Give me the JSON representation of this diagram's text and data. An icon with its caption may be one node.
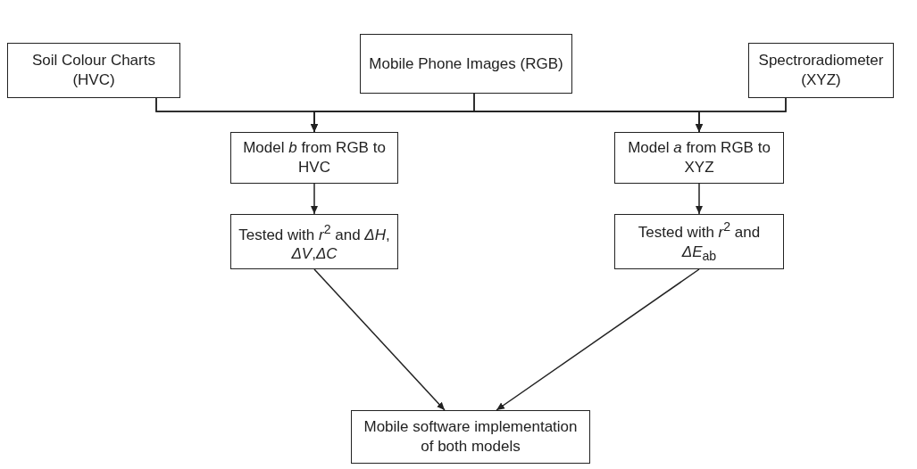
{
  "diagram": {
    "nodes": [
      {
        "text": [
          "Soil Colour Charts (HVC)"
        ]
      },
      {
        "text": [
          "Mobile Phone Images (RGB)"
        ]
      },
      {
        "text": [
          "Spectroradiometer (XYZ)"
        ]
      },
      {
        "text": [
          "Model *b* from RGB to HVC"
        ]
      },
      {
        "text": [
          "Model *a* from RGB to XYZ"
        ]
      },
      {
        "text": [
          "Tested with *r*$^{2}$ and *ΔH*, *ΔV*,*ΔC*"
        ]
      },
      {
        "text": [
          "Tested with *r*$^{2}$ and *ΔE*$_{ab}$"
        ]
      },
      {
        "text": [
          "Mobile software implementation of both models"
        ]
      }
    ],
    "edges": [
      {
        "from": 0,
        "to": 3,
        "arrow": "to"
      },
      {
        "from": 1,
        "to": 3,
        "arrow": "to"
      },
      {
        "from": 2,
        "to": 3,
        "arrow": "to"
      },
      {
        "from": 0,
        "to": 4,
        "arrow": "to"
      },
      {
        "from": 1,
        "to": 4,
        "arrow": "to"
      },
      {
        "from": 2,
        "to": 4,
        "arrow": "to"
      },
      {
        "from": 3,
        "to": 5,
        "arrow": "to"
      },
      {
        "from": 4,
        "to": 6,
        "arrow": "to"
      },
      {
        "from": 5,
        "to": 7,
        "arrow": "to"
      },
      {
        "from": 6,
        "to": 7,
        "arrow": "to"
      }
    ]
  }
}
